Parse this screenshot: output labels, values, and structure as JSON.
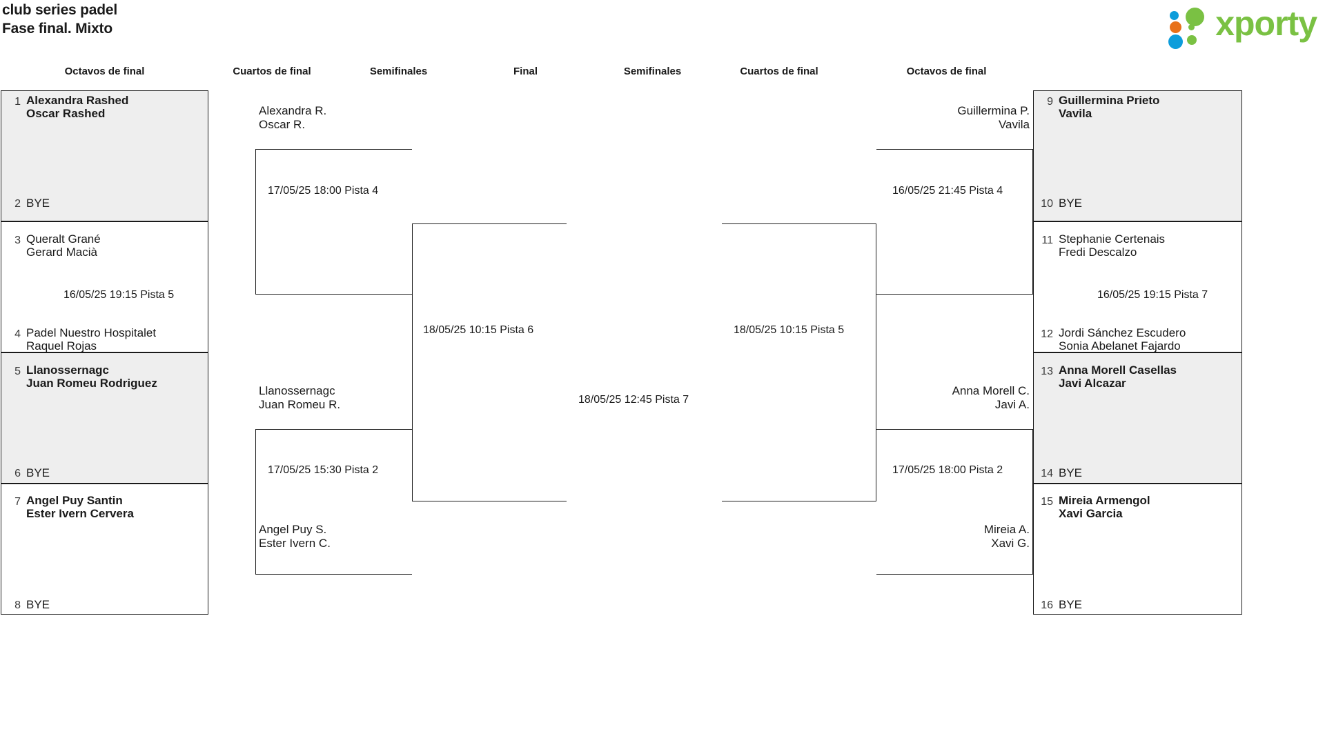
{
  "header": {
    "title_line1": "club series padel",
    "title_line2": "Fase final. Mixto",
    "logo_text": "xporty"
  },
  "round_headers": {
    "left_r16": "Octavos de final",
    "left_qf": "Cuartos de final",
    "left_sf": "Semifinales",
    "final": "Final",
    "right_sf": "Semifinales",
    "right_qf": "Cuartos de final",
    "right_r16": "Octavos de final"
  },
  "bracket": {
    "left": {
      "r16": [
        {
          "seed": "1",
          "p1": "Alexandra Rashed",
          "p2": "Oscar Rashed",
          "winner": true,
          "bye": false
        },
        {
          "seed": "2",
          "p1": "BYE",
          "p2": "",
          "winner": false,
          "bye": true
        },
        {
          "seed": "3",
          "p1": "Queralt Grané",
          "p2": "Gerard Macià",
          "winner": false,
          "bye": false
        },
        {
          "seed": "4",
          "p1": "Padel Nuestro Hospitalet",
          "p2": "Raquel Rojas",
          "winner": false,
          "bye": false
        },
        {
          "seed": "5",
          "p1": "Llanossernagc",
          "p2": "Juan Romeu Rodriguez",
          "winner": true,
          "bye": false
        },
        {
          "seed": "6",
          "p1": "BYE",
          "p2": "",
          "winner": false,
          "bye": true
        },
        {
          "seed": "7",
          "p1": "Angel Puy Santin",
          "p2": "Ester Ivern Cervera",
          "winner": true,
          "bye": false
        },
        {
          "seed": "8",
          "p1": "BYE",
          "p2": "",
          "winner": false,
          "bye": true
        }
      ],
      "r16_matches": [
        {
          "label": ""
        },
        {
          "label": "16/05/25 19:15 Pista 5"
        },
        {
          "label": ""
        },
        {
          "label": ""
        }
      ],
      "qf": [
        {
          "p1": "Alexandra R.",
          "p2": "Oscar R."
        },
        {
          "p1": "",
          "p2": ""
        },
        {
          "p1": "Llanossernagc",
          "p2": "Juan Romeu R."
        },
        {
          "p1": "Angel Puy S.",
          "p2": "Ester Ivern C."
        }
      ],
      "qf_matches": [
        {
          "label": "17/05/25 18:00 Pista 4"
        },
        {
          "label": "17/05/25 15:30 Pista 2"
        }
      ],
      "sf_match": {
        "label": "18/05/25 10:15 Pista 6"
      }
    },
    "final_match": {
      "label": "18/05/25 12:45 Pista 7"
    },
    "right": {
      "sf_match": {
        "label": "18/05/25 10:15 Pista 5"
      },
      "qf": [
        {
          "p1": "Guillermina P.",
          "p2": "Vavila"
        },
        {
          "p1": "",
          "p2": ""
        },
        {
          "p1": "Anna Morell C.",
          "p2": "Javi A."
        },
        {
          "p1": "Mireia A.",
          "p2": "Xavi G."
        }
      ],
      "qf_matches": [
        {
          "label": "16/05/25 21:45 Pista 4"
        },
        {
          "label": "17/05/25 18:00 Pista 2"
        }
      ],
      "r16": [
        {
          "seed": "9",
          "p1": "Guillermina Prieto",
          "p2": "Vavila",
          "winner": true,
          "bye": false
        },
        {
          "seed": "10",
          "p1": "BYE",
          "p2": "",
          "winner": false,
          "bye": true
        },
        {
          "seed": "11",
          "p1": "Stephanie Certenais",
          "p2": "Fredi Descalzo",
          "winner": false,
          "bye": false
        },
        {
          "seed": "12",
          "p1": "Jordi Sánchez Escudero",
          "p2": "Sonia Abelanet Fajardo",
          "winner": false,
          "bye": false
        },
        {
          "seed": "13",
          "p1": "Anna Morell Casellas",
          "p2": "Javi Alcazar",
          "winner": true,
          "bye": false
        },
        {
          "seed": "14",
          "p1": "BYE",
          "p2": "",
          "winner": false,
          "bye": true
        },
        {
          "seed": "15",
          "p1": "Mireia Armengol",
          "p2": "Xavi Garcia",
          "winner": true,
          "bye": false
        },
        {
          "seed": "16",
          "p1": "BYE",
          "p2": "",
          "winner": false,
          "bye": true
        }
      ],
      "r16_matches": [
        {
          "label": ""
        },
        {
          "label": "16/05/25 19:15 Pista 7"
        },
        {
          "label": ""
        },
        {
          "label": ""
        }
      ]
    }
  },
  "colors": {
    "winner_bg": "#eeeeee",
    "border": "#1a1a1a",
    "brand_green": "#7ac143",
    "brand_blue": "#0d9ddb",
    "brand_orange": "#e8711a"
  }
}
